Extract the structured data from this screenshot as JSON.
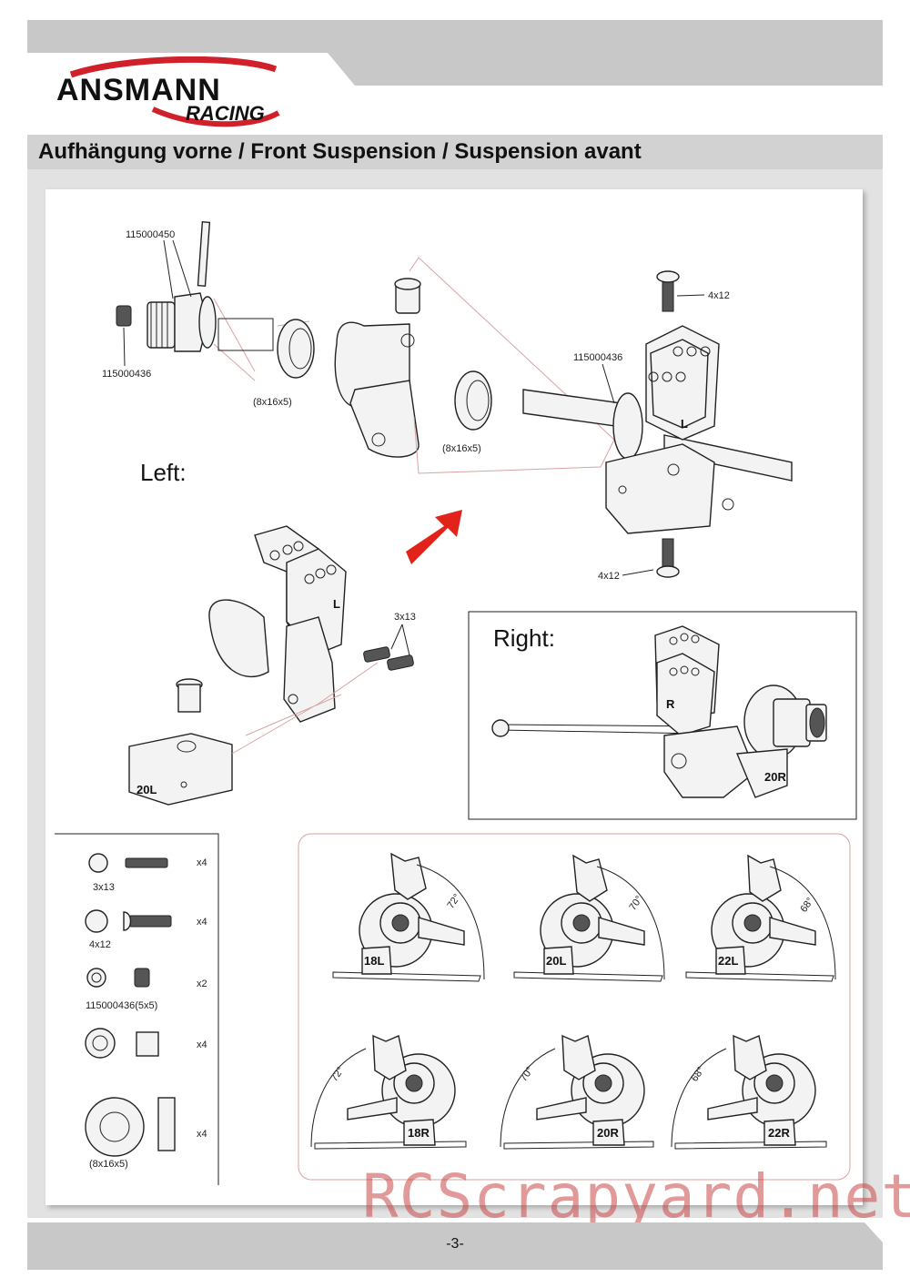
{
  "header": {
    "brand": "ANSMANN",
    "brand_sub": "RACING",
    "title": "Aufhängung vorne / Front Suspension / Suspension avant"
  },
  "labels": {
    "part_450": "115000450",
    "part_436_top": "115000436",
    "part_436_right": "115000436",
    "bearing_a": "(8x16x5)",
    "bearing_b": "(8x16x5)",
    "screw_top": "4x12",
    "screw_bottom": "4x12",
    "screw_3x13": "3x13",
    "left_heading": "Left:",
    "right_heading": "Right:",
    "block_20L": "20L",
    "hub_L": "L",
    "hub_R": "R",
    "block_20R": "20R"
  },
  "parts_list": [
    {
      "label": "3x13",
      "qty": "x4"
    },
    {
      "label": "4x12",
      "qty": "x4"
    },
    {
      "label": "115000436(5x5)",
      "qty": "x2"
    },
    {
      "label": "",
      "qty": "x4"
    },
    {
      "label": "(8x16x5)",
      "qty": "x4"
    }
  ],
  "angles_top": [
    {
      "block": "18L",
      "angle": "72°"
    },
    {
      "block": "20L",
      "angle": "70°"
    },
    {
      "block": "22L",
      "angle": "68°"
    }
  ],
  "angles_bottom": [
    {
      "block": "18R",
      "angle": "72°"
    },
    {
      "block": "20R",
      "angle": "70°"
    },
    {
      "block": "22R",
      "angle": "68°"
    }
  ],
  "footer": {
    "page": "-3-",
    "watermark": "RCScrapyard.net"
  },
  "colors": {
    "band_gray": "#c8c8c8",
    "logo_red": "#d0202a",
    "arrow_red": "#e2231a",
    "guide_red": "#d9a3a3"
  }
}
